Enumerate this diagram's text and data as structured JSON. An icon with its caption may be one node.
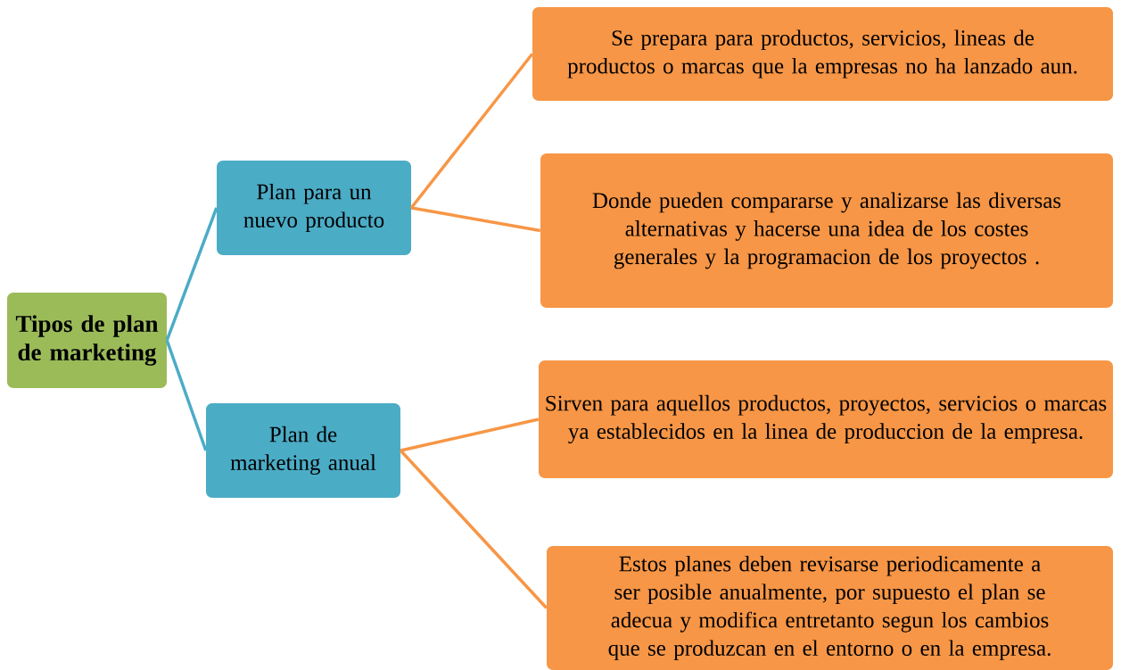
{
  "diagram": {
    "nodes": [
      {
        "text": [
          "Tipos de plan de marketing"
        ]
      },
      {
        "text": [
          "Plan para un nuevo producto"
        ]
      },
      {
        "text": [
          "Plan de marketing anual"
        ]
      },
      {
        "text": [
          "Se prepara para productos, servicios, lineas de productos o marcas que la empresas no ha lanzado aun."
        ]
      },
      {
        "text": [
          "Donde pueden compararse y analizarse las diversas alternativas y hacerse una idea de los costes generales y la programacion de los proyectos ."
        ]
      },
      {
        "text": [
          "Sirven para aquellos productos, proyectos, servicios o marcas ya establecidos en la linea de produccion de la empresa."
        ]
      },
      {
        "text": [
          "Estos planes deben revisarse periodicamente a ser posible anualmente, por supuesto el plan se adecua y modifica entretanto segun los cambios que se produzcan en el entorno o en la empresa."
        ]
      }
    ],
    "edges": [
      {
        "from": 0,
        "to": 1,
        "arrow": "none",
        "color": "#4bacc6"
      },
      {
        "from": 0,
        "to": 2,
        "arrow": "none",
        "color": "#4bacc6"
      },
      {
        "from": 1,
        "to": 3,
        "arrow": "none",
        "color": "#f79646"
      },
      {
        "from": 1,
        "to": 4,
        "arrow": "none",
        "color": "#f79646"
      },
      {
        "from": 2,
        "to": 5,
        "arrow": "none",
        "color": "#f79646"
      },
      {
        "from": 2,
        "to": 6,
        "arrow": "none",
        "color": "#f79646"
      }
    ]
  }
}
